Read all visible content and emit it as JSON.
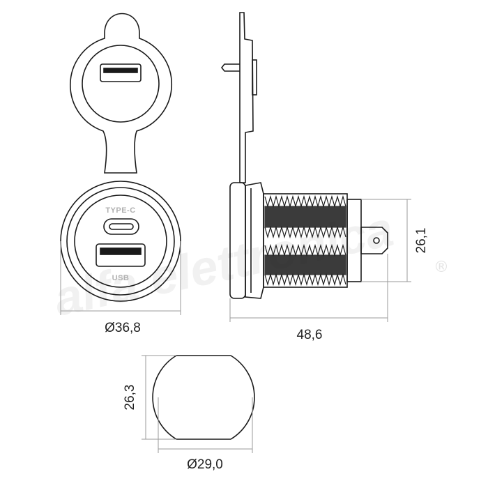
{
  "diagram": {
    "front_view": {
      "label_type_c": "TYPE-C",
      "label_usb": "USB",
      "diameter_dimension": "Ø36,8"
    },
    "side_view": {
      "length_dimension": "48,6",
      "height_dimension": "26,1"
    },
    "cutout_view": {
      "height_dimension": "26,3",
      "diameter_dimension": "Ø29,0"
    },
    "watermark": {
      "text": "alfa elettronica",
      "registered_mark": "®"
    },
    "colors": {
      "line": "#1a1a1a",
      "dimension_line": "#9a9a9a",
      "label": "#b0b0b0",
      "watermark": "#f1f1f1"
    }
  }
}
